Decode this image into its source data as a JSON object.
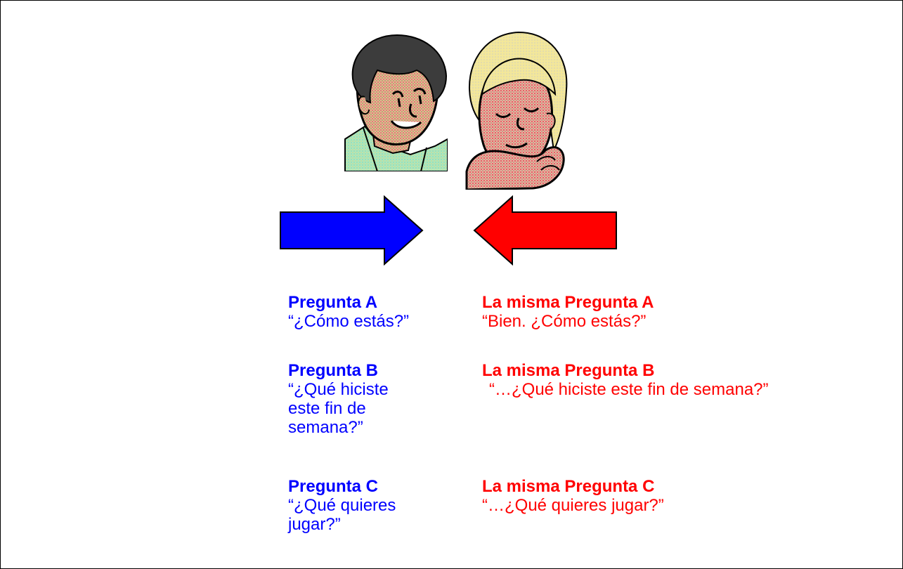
{
  "colors": {
    "blue": "#0000ff",
    "red": "#ff0000",
    "boy_hair": "#3c3c3c",
    "girl_hair": "#f3e79a",
    "skin_boy": "#e9b48f",
    "skin_girl": "#f0a8a0",
    "shirt": "#a8e8c0"
  },
  "illustration": {
    "left_figure": "boy-talking-clipart",
    "right_figure": "girl-thinking-clipart",
    "left_arrow": "arrow-right-blue",
    "right_arrow": "arrow-left-red"
  },
  "left_column": [
    {
      "title": "Pregunta A",
      "lines": [
        "“¿Cómo estás?”"
      ]
    },
    {
      "title": "Pregunta B",
      "lines": [
        "“¿Qué hiciste",
        "este fin de",
        "semana?”"
      ]
    },
    {
      "title": "Pregunta C",
      "lines": [
        "“¿Qué quieres",
        "jugar?”"
      ]
    }
  ],
  "right_column": [
    {
      "title": "La misma Pregunta A",
      "lines": [
        "“Bien.  ¿Cómo estás?”"
      ]
    },
    {
      "title": "La misma Pregunta B",
      "lines": [
        "“…¿Qué hiciste este fin de semana?”"
      ]
    },
    {
      "title": "La misma Pregunta C",
      "lines": [
        "“…¿Qué quieres jugar?”"
      ]
    }
  ]
}
